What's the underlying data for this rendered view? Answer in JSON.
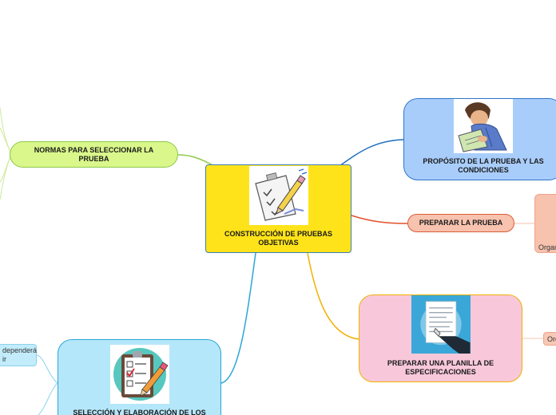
{
  "central": {
    "label": "CONSTRUCCIÓN DE PRUEBAS OBJETIVAS",
    "image": "checklist-pencil-icon"
  },
  "branches": {
    "normas": {
      "label": "NORMAS PARA SELECCIONAR LA PRUEBA"
    },
    "proposito": {
      "label": "PROPÓSITO DE LA PRUEBA Y LAS CONDICIONES",
      "image": "man-writing-icon"
    },
    "preparar": {
      "label": "PREPARAR LA PRUEBA"
    },
    "planilla": {
      "label": "PREPARAR UNA PLANILLA DE ESPECIFICACIONES",
      "image": "document-hand-icon"
    },
    "seleccion": {
      "label": "SELECCIÓN Y ELABORACIÓN DE LOS",
      "image": "clipboard-checklist-icon"
    }
  },
  "partial_nodes": {
    "organ": "Organ",
    "orc": "Orc",
    "dep_line1": "dependerá",
    "dep_line2": "ir"
  },
  "colors": {
    "central": "#ffe31a",
    "normas": "#d9f78a",
    "proposito": "#a9cdfb",
    "preparar": "#f7c2ae",
    "planilla": "#f8c8da",
    "seleccion": "#b5e7fb",
    "link_normas": "#8fc84a",
    "link_proposito": "#1f6fc1",
    "link_preparar": "#e0512c",
    "link_planilla": "#f2b100",
    "link_seleccion": "#2aa6d6"
  }
}
